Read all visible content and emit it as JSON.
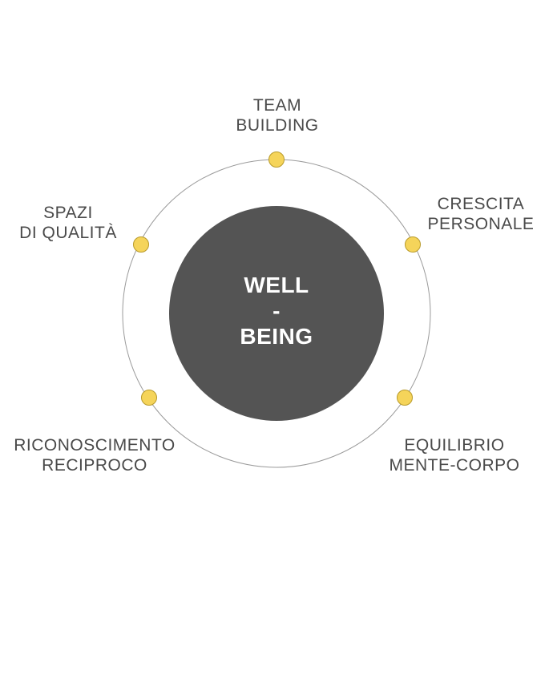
{
  "colors": {
    "ring": "#9a9a9a",
    "center_fill": "#545454",
    "dot_fill": "#f5d45a",
    "dot_stroke": "#b89a2a",
    "label_text": "#4a4a4a",
    "center_text": "#ffffff"
  },
  "center": {
    "line1": "WELL",
    "line2": "-",
    "line3": "BEING"
  },
  "nodes": [
    {
      "id": "team-building",
      "line1": "TEAM",
      "line2": "BUILDING"
    },
    {
      "id": "crescita-personale",
      "line1": "CRESCITA",
      "line2": "PERSONALE"
    },
    {
      "id": "equilibrio-mente-corpo",
      "line1": "EQUILIBRIO",
      "line2": "MENTE-CORPO"
    },
    {
      "id": "riconoscimento-reciproco",
      "line1": "RICONOSCIMENTO",
      "line2": "RECIPROCO"
    },
    {
      "id": "spazi-di-qualita",
      "line1": "SPAZI",
      "line2": "DI QUALITÀ"
    }
  ]
}
